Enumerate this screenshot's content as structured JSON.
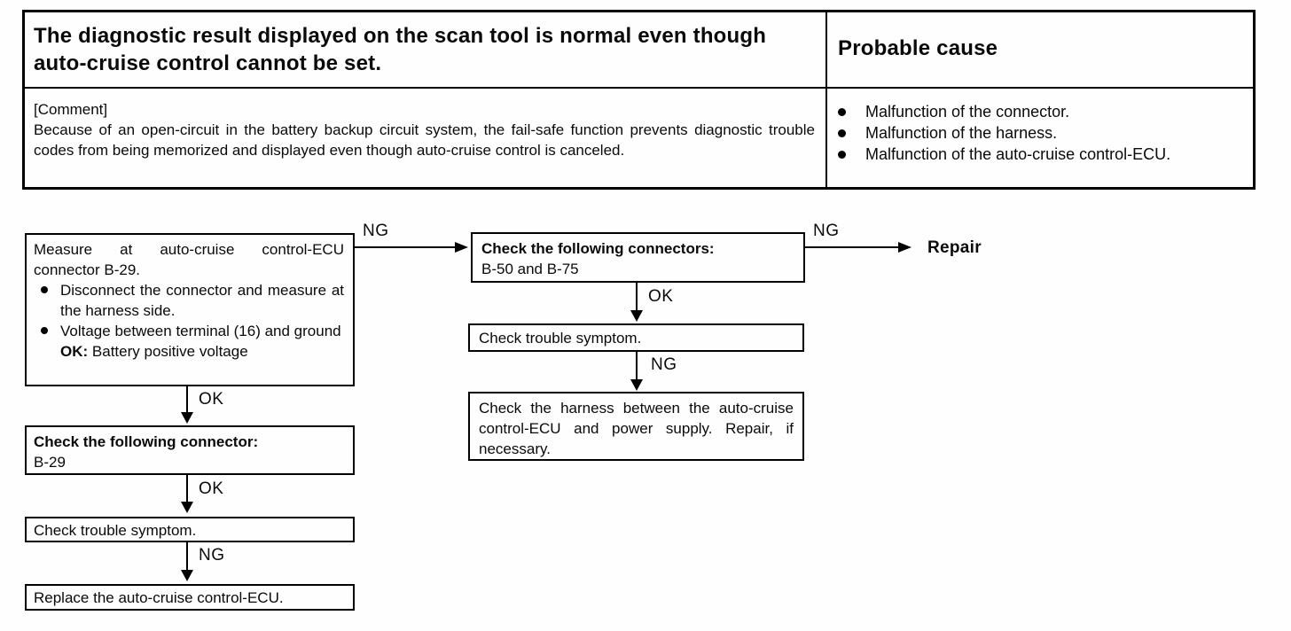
{
  "table": {
    "title": "The diagnostic result displayed on the scan tool is normal even though auto-cruise control cannot be set.",
    "probable_cause": "Probable cause",
    "comment_label": "[Comment]",
    "comment_text": "Because of an open-circuit in the battery backup circuit system, the fail-safe function prevents diagnostic trouble codes from being memorized and displayed even though auto-cruise control is canceled.",
    "causes": [
      "Malfunction of the connector.",
      "Malfunction of the harness.",
      "Malfunction of the auto-cruise control-ECU."
    ]
  },
  "flowchart": {
    "measure_box": {
      "intro": "Measure at auto-cruise control-ECU connector B-29.",
      "bullets": [
        "Disconnect the connector and measure at the harness side.",
        "Voltage between terminal (16) and ground"
      ],
      "ok_label": "OK:",
      "ok_text": "Battery positive voltage"
    },
    "connectors_box": {
      "title": "Check the following connectors:",
      "detail": "B-50 and B-75"
    },
    "symptom_mid": "Check trouble symptom.",
    "harness_box": "Check the harness between the auto-cruise control-ECU and power supply. Repair, if necessary.",
    "connector_box": {
      "title": "Check the following connector:",
      "detail": "B-29"
    },
    "symptom_left": "Check trouble symptom.",
    "replace_box": "Replace the auto-cruise control-ECU.",
    "repair": "Repair",
    "labels": {
      "ng_top_left": "NG",
      "ng_top_right": "NG",
      "ok_connectors": "OK",
      "ng_mid": "NG",
      "ok_measure": "OK",
      "ok_connector": "OK",
      "ng_left": "NG"
    }
  }
}
